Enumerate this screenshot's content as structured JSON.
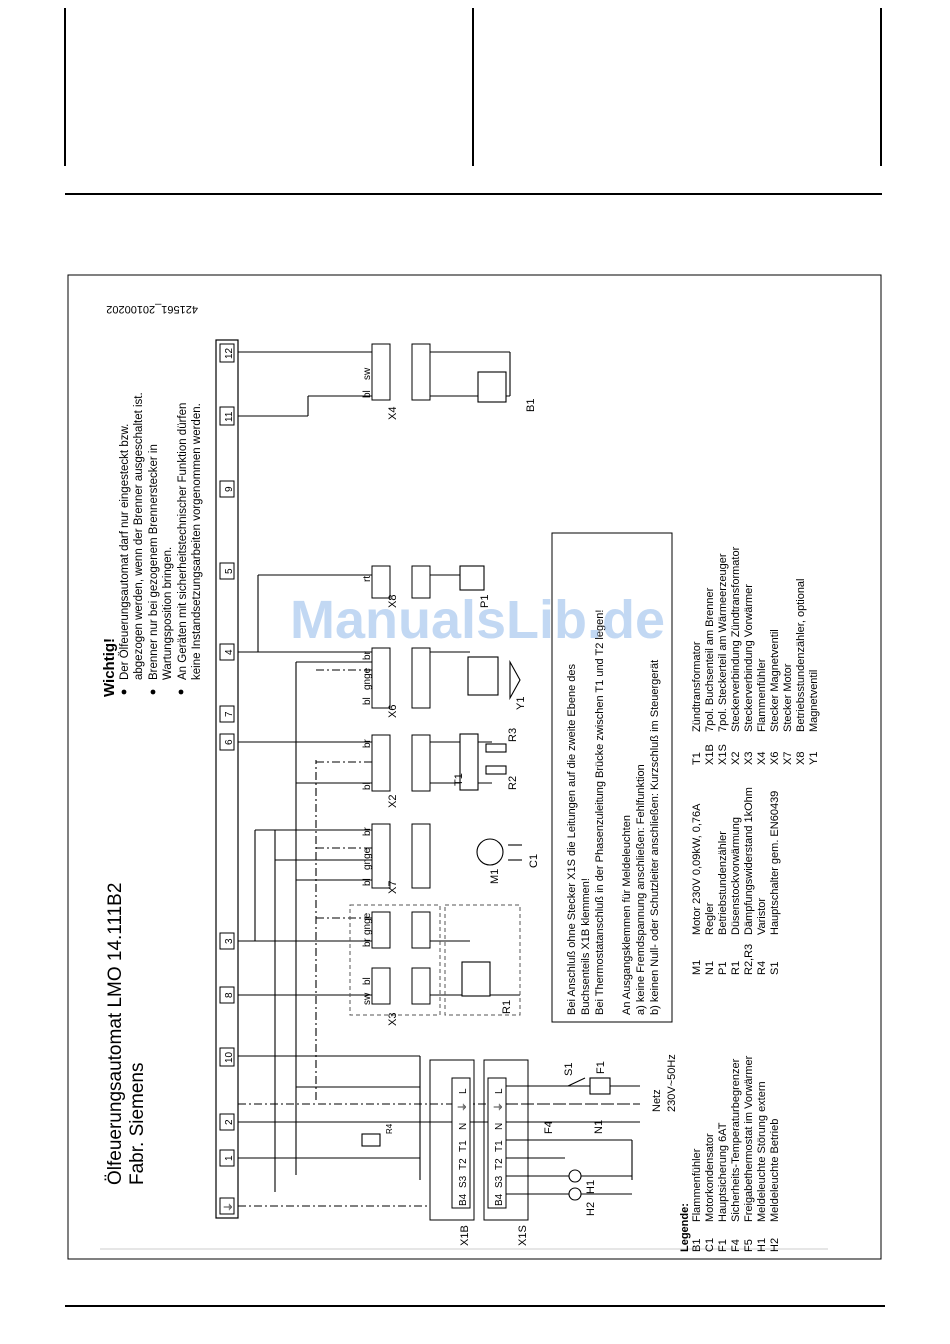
{
  "document": {
    "doc_id": "421561_20100202",
    "title_line1": "Ölfeuerungsautomat LMO 14.111B2",
    "title_line2": "Fabr. Siemens",
    "watermark": "ManualsLib.de"
  },
  "important": {
    "heading": "Wichtig!",
    "lines": [
      "Der Ölfeuerungsautomat darf nur eingesteckt bzw.",
      "abgezogen werden, wenn der Brenner ausgeschaltet ist.",
      "Brenner nur bei gezogenem Brennerstecker in",
      "Wartungsposition bringen.",
      "An Geräten mit sicherheitstechnischer Funktion dürfen",
      "keine Instandsetzungsarbeiten vorgenommen werden."
    ]
  },
  "notes": {
    "lines": [
      "Bei Anschluß ohne Stecker X1S die Leitungen auf die zweite Ebene des",
      "Buchsenteils X1B klemmen!",
      "Bei Thermostatanschluß in der Phasenzuleitung Brücke zwischen T1 und T2 legen!",
      "",
      "An Ausgangsklemmen für Meldeleuchten",
      "a)  keine Fremdspannung anschließen: Fehlfunktion",
      "b)  keinen Null- oder Schutzleiter anschließen: Kurzschluß im Steuergerät"
    ]
  },
  "terminals": [
    "⏚",
    "1",
    "2",
    "10",
    "8",
    "3",
    "6",
    "7",
    "4",
    "5",
    "9",
    "11",
    "12"
  ],
  "plug_rows": {
    "x1b_label": "X1B",
    "x1s_label": "X1S",
    "pins": [
      "B4",
      "S3",
      "T2",
      "T1",
      "N",
      "⏚",
      "L"
    ]
  },
  "component_labels": {
    "X3": "X3",
    "X7": "X7",
    "X2": "X2",
    "X6": "X6",
    "X8": "X8",
    "X4": "X4",
    "R1": "R1",
    "M1": "M1",
    "C1": "C1",
    "T1": "T1",
    "R2": "R2",
    "R3": "R3",
    "Y1": "Y1",
    "P1": "P1",
    "B1": "B1",
    "S1": "S1",
    "F1": "F1",
    "F4": "F4",
    "N1": "N1",
    "H1": "H1",
    "H2": "H2",
    "R4": "R4",
    "netz": "Netz",
    "netz_spec": "230V~50Hz"
  },
  "wire_colors": {
    "sw": "sw",
    "bl": "bl",
    "br": "br",
    "gnge": "gnge",
    "rt": "rt"
  },
  "legend": {
    "heading": "Legende:",
    "col1": [
      {
        "code": "B1",
        "text": "Flammenfühler"
      },
      {
        "code": "C1",
        "text": "Motorkondensator"
      },
      {
        "code": "F1",
        "text": "Hauptsicherung 6AT"
      },
      {
        "code": "F4",
        "text": "Sicherheits-Temperaturbegrenzer"
      },
      {
        "code": "F5",
        "text": "Freigabethermostat im Vorwärmer"
      },
      {
        "code": "H1",
        "text": "Meldeleuchte Störung extern"
      },
      {
        "code": "H2",
        "text": "Meldeleuchte Betrieb"
      }
    ],
    "col2": [
      {
        "code": "M1",
        "text": "Motor 230V 0,09kW, 0,76A"
      },
      {
        "code": "N1",
        "text": "Regler"
      },
      {
        "code": "P1",
        "text": "Betriebstundenzähler"
      },
      {
        "code": "R1",
        "text": "Düsenstockvorwärmung"
      },
      {
        "code": "R2,R3",
        "text": "Dämpfungswiderstand 1kOhm"
      },
      {
        "code": "R4",
        "text": "Varistor"
      },
      {
        "code": "S1",
        "text": "Hauptschalter gem. EN60439"
      }
    ],
    "col3": [
      {
        "code": "T1",
        "text": "Zündtransformator"
      },
      {
        "code": "X1B",
        "text": "7pol. Buchsenteil am Brenner"
      },
      {
        "code": "X1S",
        "text": "7pol. Steckerteil am Wärmeerzeuger"
      },
      {
        "code": "X2",
        "text": "Steckerverbindung Zündtransformator"
      },
      {
        "code": "X3",
        "text": "Steckerverbindung Vorwärmer"
      },
      {
        "code": "X4",
        "text": "Flammenfühler"
      },
      {
        "code": "X6",
        "text": "Stecker Magnetventil"
      },
      {
        "code": "X7",
        "text": "Stecker Motor"
      },
      {
        "code": "X8",
        "text": "Betriebsstundenzähler, optional"
      },
      {
        "code": "Y1",
        "text": "Magnetventil"
      }
    ]
  }
}
